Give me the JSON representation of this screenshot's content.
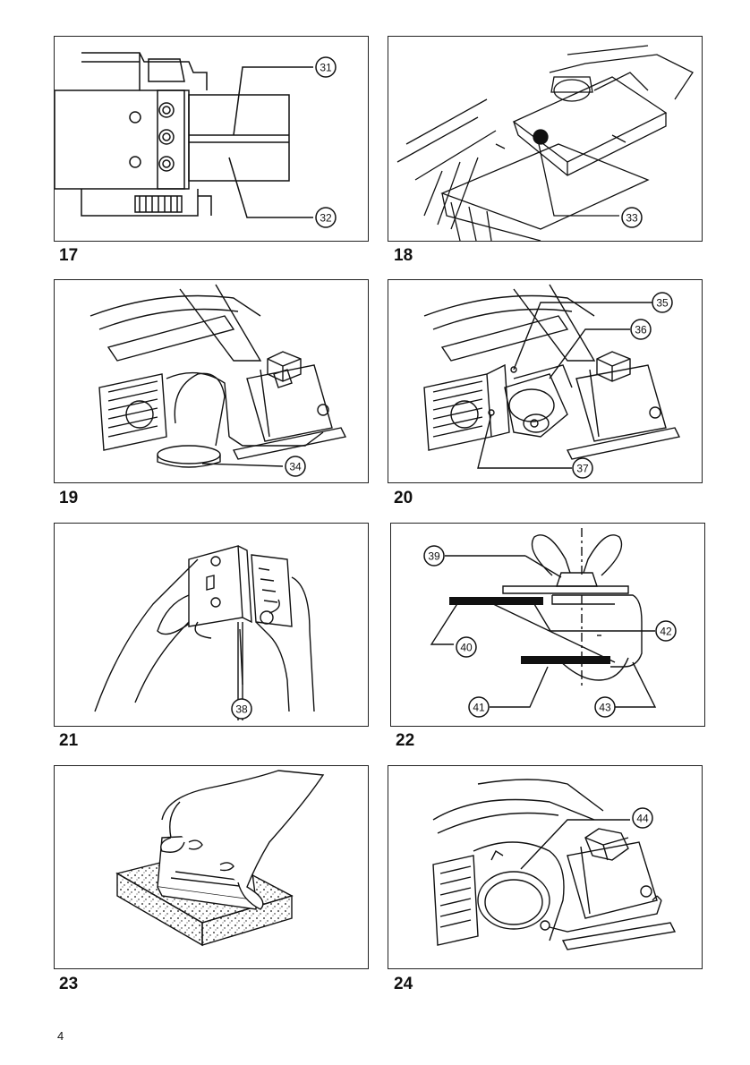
{
  "figures": [
    {
      "number": "17",
      "callouts": [
        "31",
        "32"
      ]
    },
    {
      "number": "18",
      "callouts": [
        "33"
      ]
    },
    {
      "number": "19",
      "callouts": [
        "34"
      ]
    },
    {
      "number": "20",
      "callouts": [
        "35",
        "36",
        "37"
      ]
    },
    {
      "number": "21",
      "callouts": [
        "38"
      ]
    },
    {
      "number": "22",
      "callouts": [
        "39",
        "40",
        "41",
        "42",
        "43"
      ]
    },
    {
      "number": "23",
      "callouts": []
    },
    {
      "number": "24",
      "callouts": [
        "44"
      ]
    }
  ],
  "page_number": "4"
}
